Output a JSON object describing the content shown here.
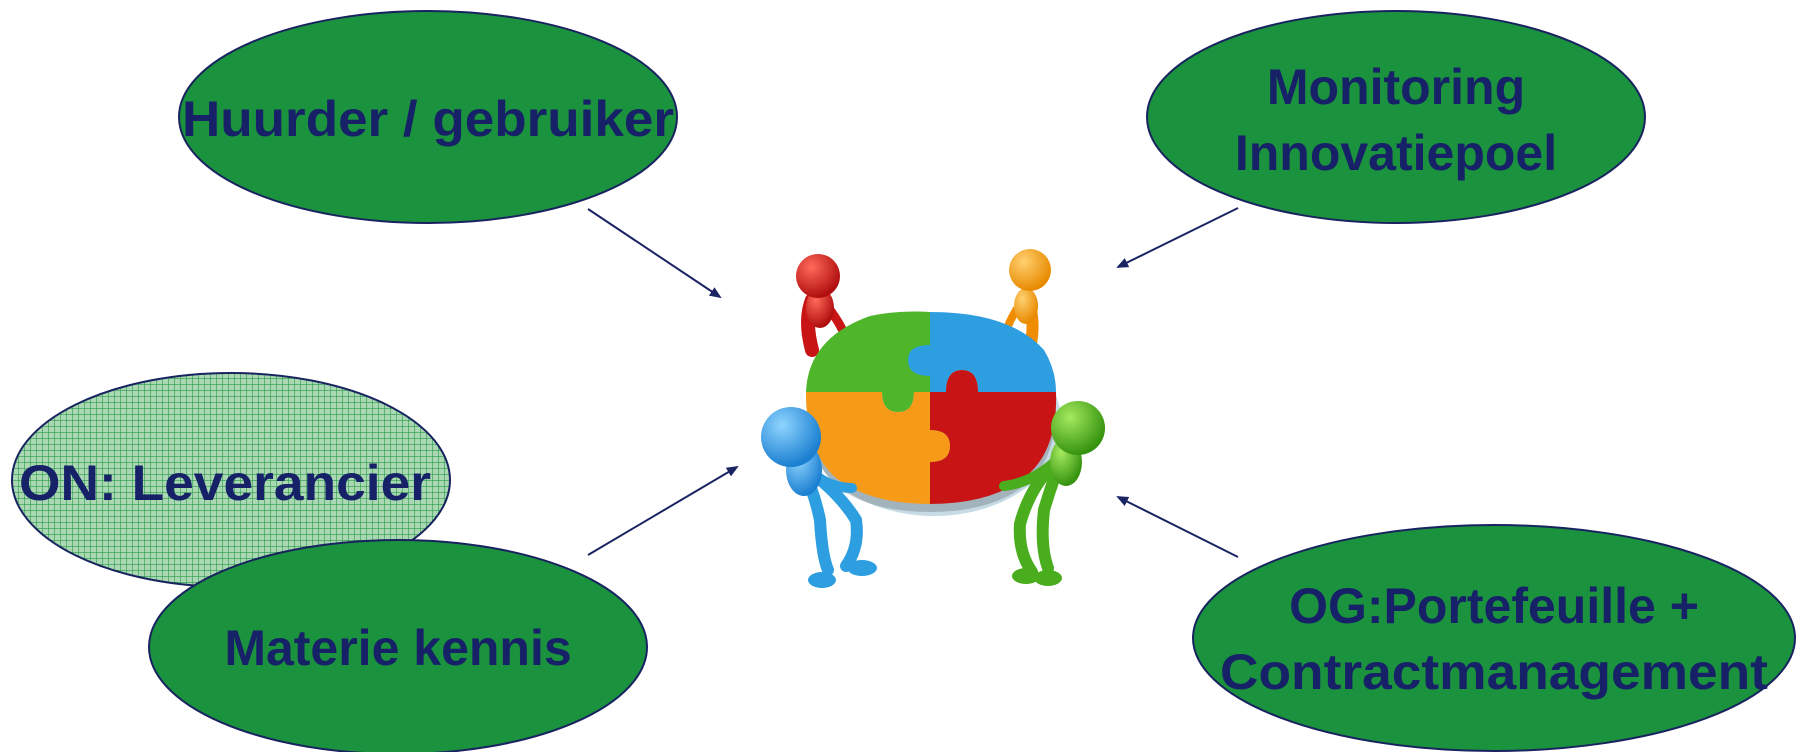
{
  "nodes": {
    "huurder": {
      "lines": [
        "Huurder / gebruiker"
      ]
    },
    "monitoring": {
      "lines": [
        "Monitoring",
        "Innovatiepoel"
      ]
    },
    "leverancier": {
      "lines": [
        "ON: Leverancier"
      ]
    },
    "materie": {
      "lines": [
        "Materie kennis"
      ]
    },
    "portefeuille": {
      "lines": [
        "OG:Portefeuille +",
        "Contractmanagement"
      ]
    }
  },
  "center_image": "teamwork-puzzle-figures",
  "colors": {
    "ellipse_fill": "#1b923d",
    "ellipse_stroke": "#18235f",
    "hatched_fill": "#a8d7b2",
    "text": "#162168",
    "arrow": "#1a2463",
    "puzzle_green": "#4fb52a",
    "puzzle_blue": "#2d9ee0",
    "puzzle_orange": "#f79a18",
    "puzzle_red": "#c81414"
  }
}
